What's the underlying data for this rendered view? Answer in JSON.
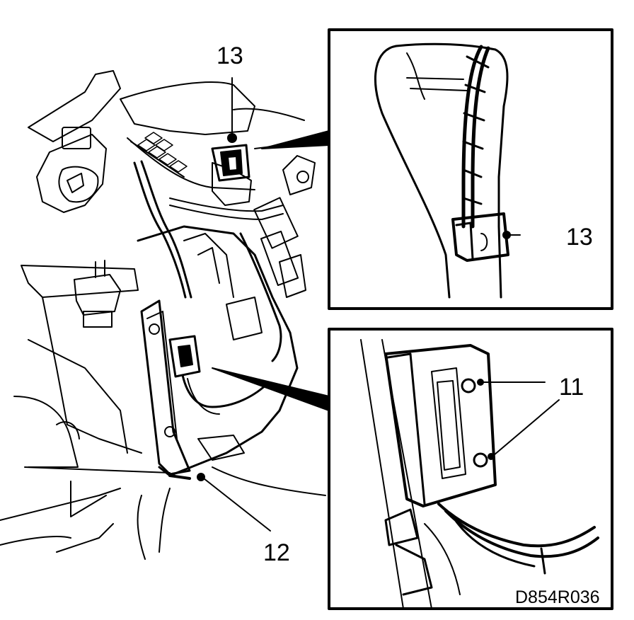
{
  "callouts": {
    "top_left_13": "13",
    "inset_top_13": "13",
    "inset_bottom_11": "11",
    "main_12": "12"
  },
  "reference_code": "D854R036",
  "colors": {
    "line": "#000000",
    "background": "#ffffff"
  }
}
